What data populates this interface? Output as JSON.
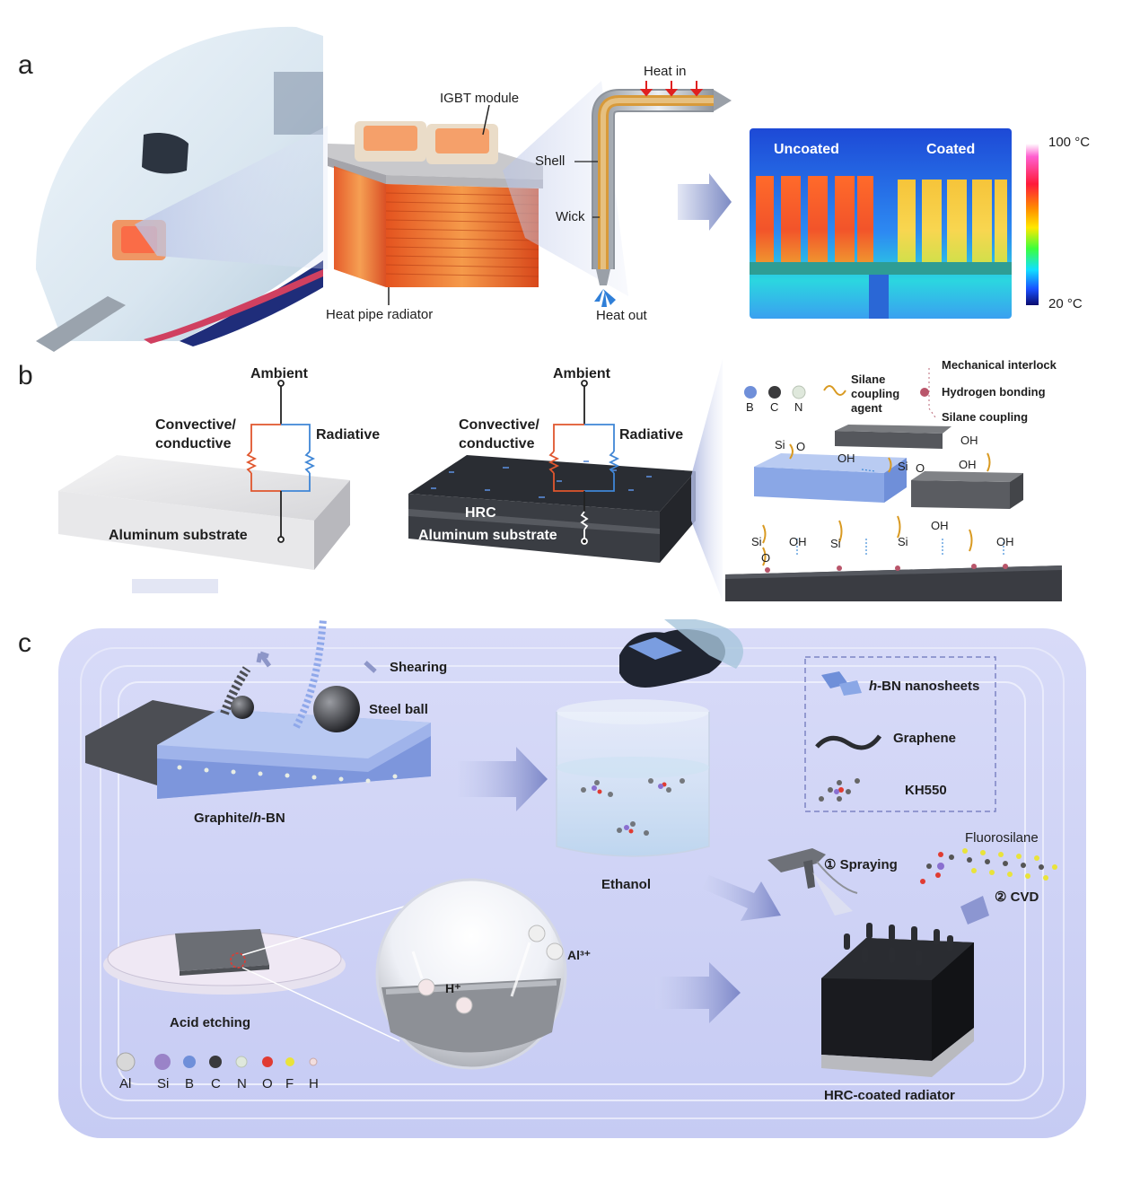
{
  "panels": {
    "a": "a",
    "b": "b",
    "c": "c"
  },
  "panel_a": {
    "igbt_module": "IGBT module",
    "heat_pipe_radiator": "Heat pipe radiator",
    "heat_in": "Heat in",
    "heat_out": "Heat out",
    "shell": "Shell",
    "wick": "Wick",
    "thermal": {
      "uncoated": "Uncoated",
      "coated": "Coated",
      "scale_max": "100 °C",
      "scale_min": "20 °C"
    }
  },
  "panel_b": {
    "left": {
      "ambient": "Ambient",
      "convective": "Convective/",
      "conductive": "conductive",
      "radiative": "Radiative",
      "substrate": "Aluminum substrate"
    },
    "middle": {
      "ambient": "Ambient",
      "convective": "Convective/",
      "conductive": "conductive",
      "radiative": "Radiative",
      "hrc": "HRC",
      "substrate": "Aluminum substrate"
    },
    "legend": {
      "atoms": [
        "B",
        "C",
        "N"
      ],
      "silane_line1": "Silane",
      "silane_line2": "coupling",
      "silane_line3": "agent",
      "mechanical_interlock": "Mechanical interlock",
      "hydrogen_bonding": "Hydrogen bonding",
      "silane_coupling": "Silane coupling"
    },
    "molecule_labels": {
      "si": "Si",
      "o": "O",
      "oh": "OH"
    }
  },
  "panel_c": {
    "shearing": "Shearing",
    "steel_ball": "Steel ball",
    "graphite_hbn_prefix": "Graphite/",
    "graphite_hbn_italic": "h",
    "graphite_hbn_suffix": "-BN",
    "ethanol": "Ethanol",
    "legend": {
      "hbn_italic": "h",
      "hbn_text": "-BN nanosheets",
      "graphene": "Graphene",
      "kh550": "KH550"
    },
    "fluorosilane": "Fluorosilane",
    "spraying": "① Spraying",
    "cvd": "② CVD",
    "acid_etching": "Acid etching",
    "h_plus": "H⁺",
    "al3_plus": "Al³⁺",
    "hrc_coated_radiator": "HRC-coated radiator",
    "elements": [
      "Al",
      "Si",
      "B",
      "C",
      "N",
      "O",
      "F",
      "H"
    ]
  },
  "colors": {
    "boron": "#6f8fd9",
    "carbon": "#3a3a3c",
    "nitrogen": "#dfe8dc",
    "oxygen": "#e03b32",
    "fluorine": "#e9e33a",
    "hydrogen": "#f2dede",
    "aluminum": "#d8d8d8",
    "silicon": "#9a83c8",
    "background_c": "#c9cdf4",
    "convective_path": "#e0562d",
    "radiative_path": "#3f86d6"
  }
}
